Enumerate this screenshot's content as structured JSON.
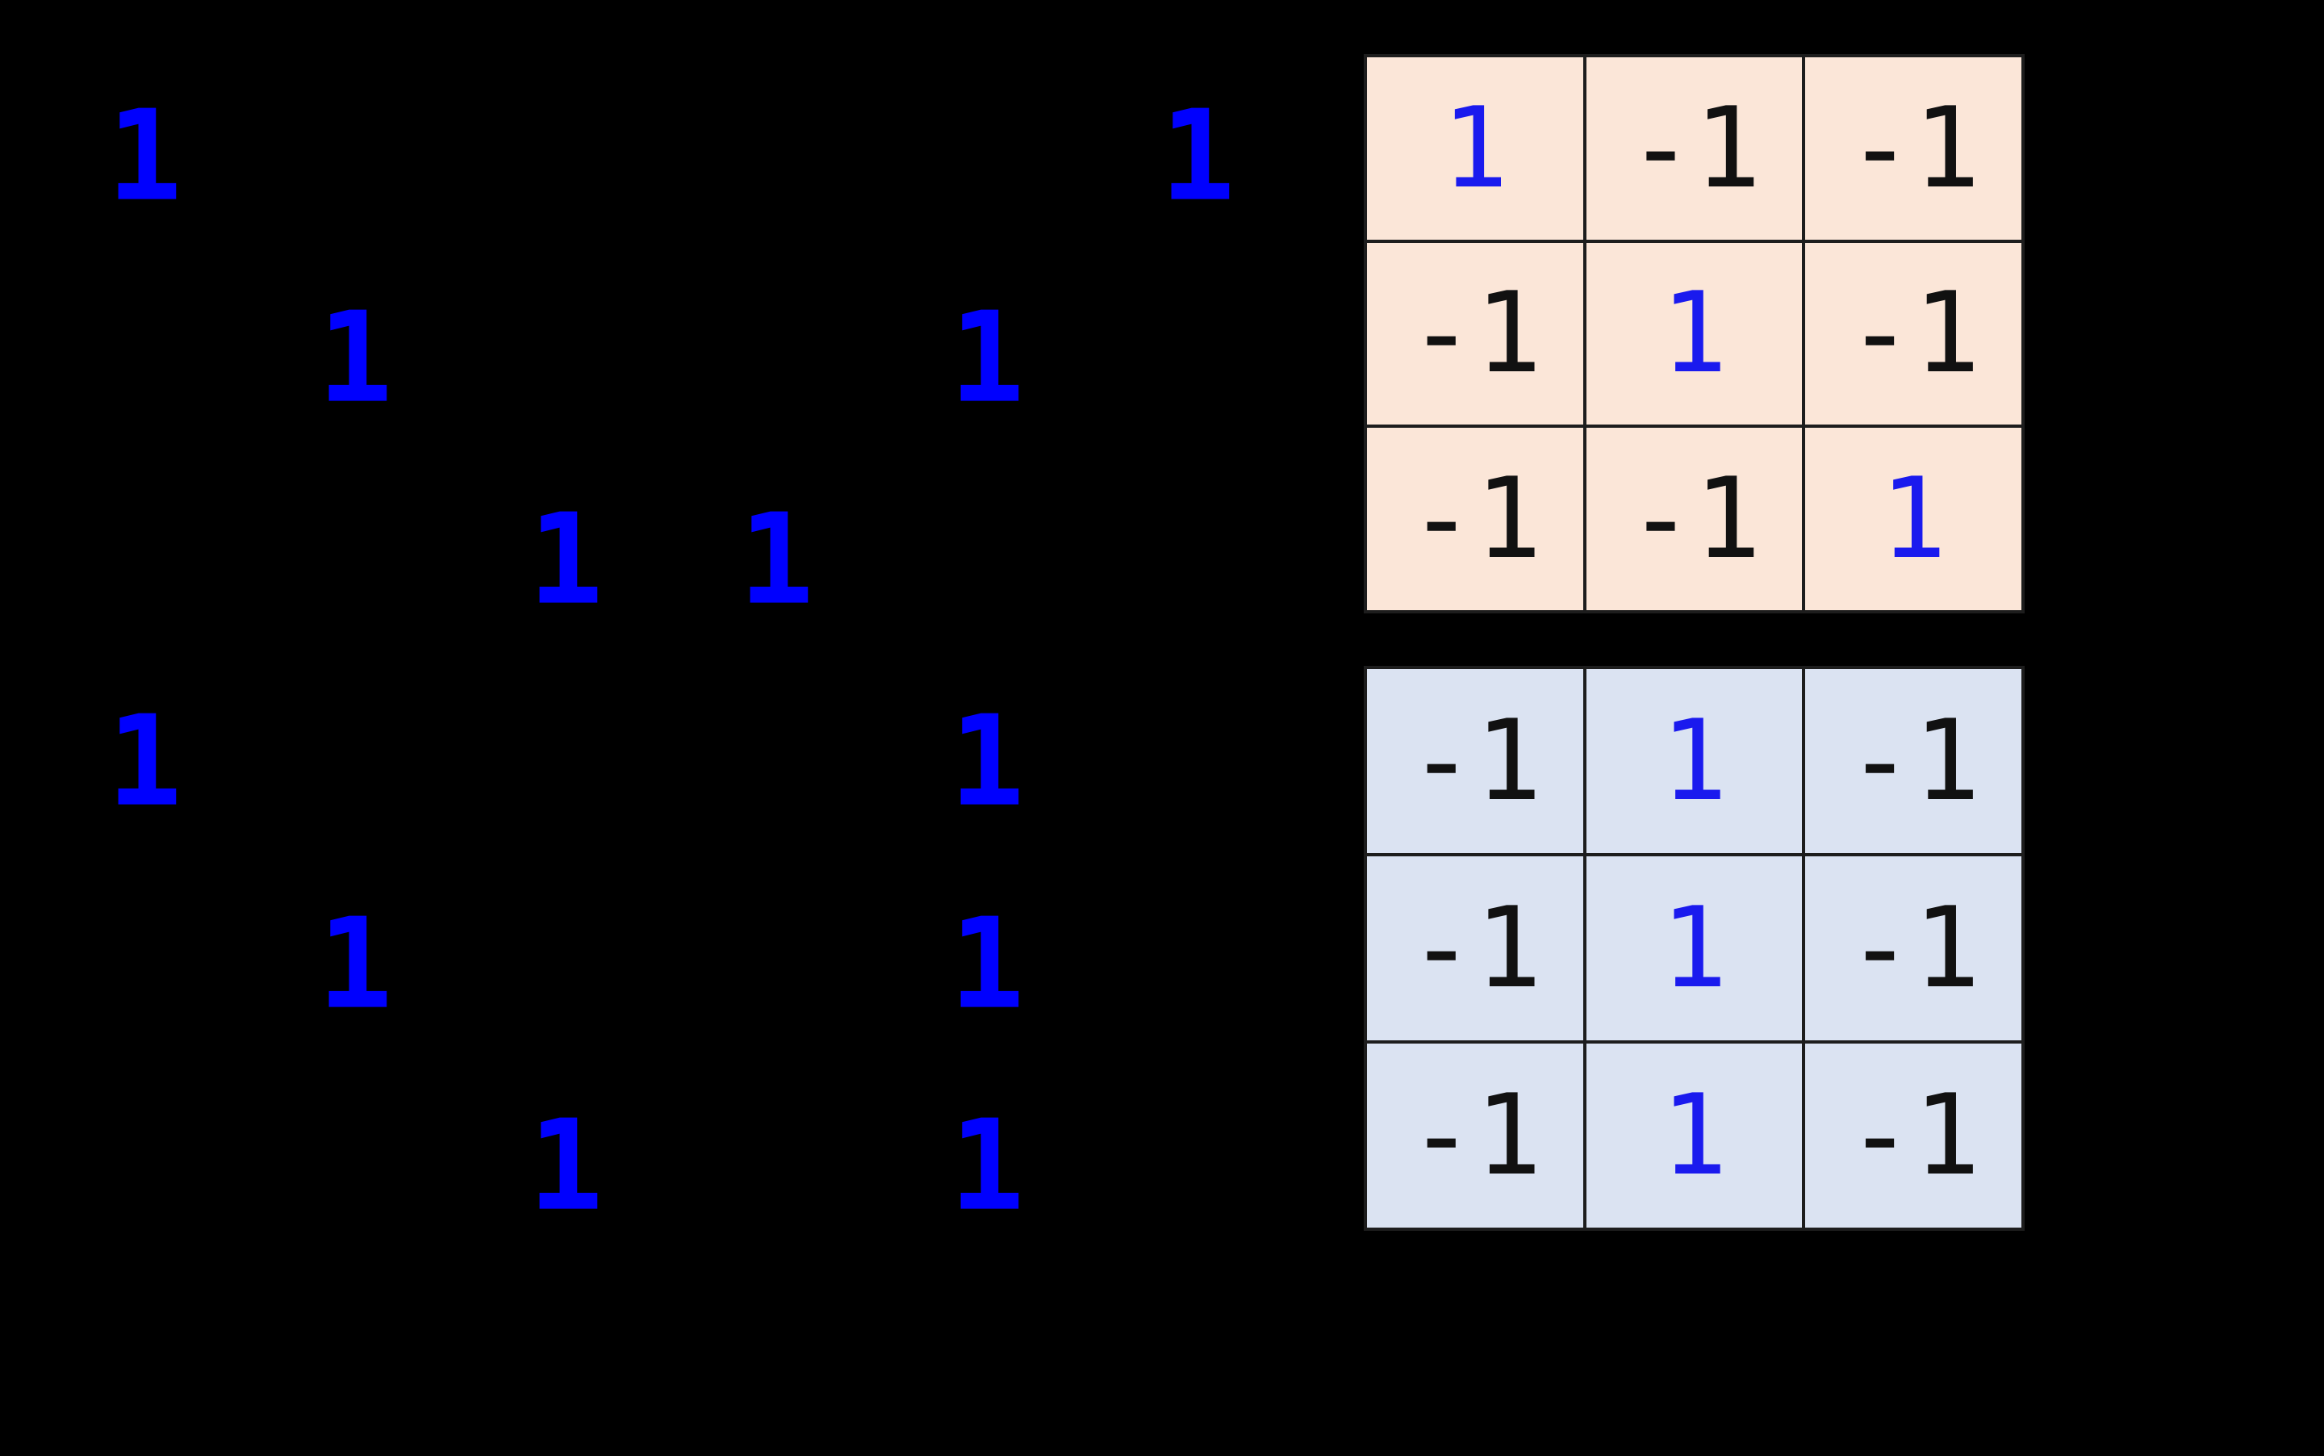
{
  "colors": {
    "background": "#000000",
    "pattern_digit": "#0000fe",
    "matrix_line": "#1d1d1d",
    "matrix_value_dark": "#111111",
    "matrix_value_highlight": "#1a1aee",
    "matrix_peach_fill": "#fbe6d8",
    "matrix_blue_fill": "#dbe3f2"
  },
  "patterns": {
    "digit": "1",
    "groups": [
      {
        "name": "top-diagonal-and-antidiagonal",
        "cells": [
          [
            0,
            0
          ],
          [
            1,
            1
          ],
          [
            2,
            2
          ],
          [
            0,
            5
          ],
          [
            1,
            4
          ],
          [
            2,
            3
          ]
        ]
      },
      {
        "name": "bottom-diagonal-and-vertical-line",
        "cells": [
          [
            3,
            0
          ],
          [
            4,
            1
          ],
          [
            5,
            2
          ],
          [
            3,
            4
          ],
          [
            4,
            4
          ],
          [
            5,
            4
          ]
        ]
      }
    ]
  },
  "matrices": [
    {
      "name": "weight-matrix-diagonal",
      "fill": "#fbe6d8",
      "rows": [
        [
          "1",
          "-1",
          "-1"
        ],
        [
          "-1",
          "1",
          "-1"
        ],
        [
          "-1",
          "-1",
          "1"
        ]
      ]
    },
    {
      "name": "weight-matrix-vertical-line",
      "fill": "#dbe3f2",
      "rows": [
        [
          "-1",
          "1",
          "-1"
        ],
        [
          "-1",
          "1",
          "-1"
        ],
        [
          "-1",
          "1",
          "-1"
        ]
      ]
    }
  ]
}
